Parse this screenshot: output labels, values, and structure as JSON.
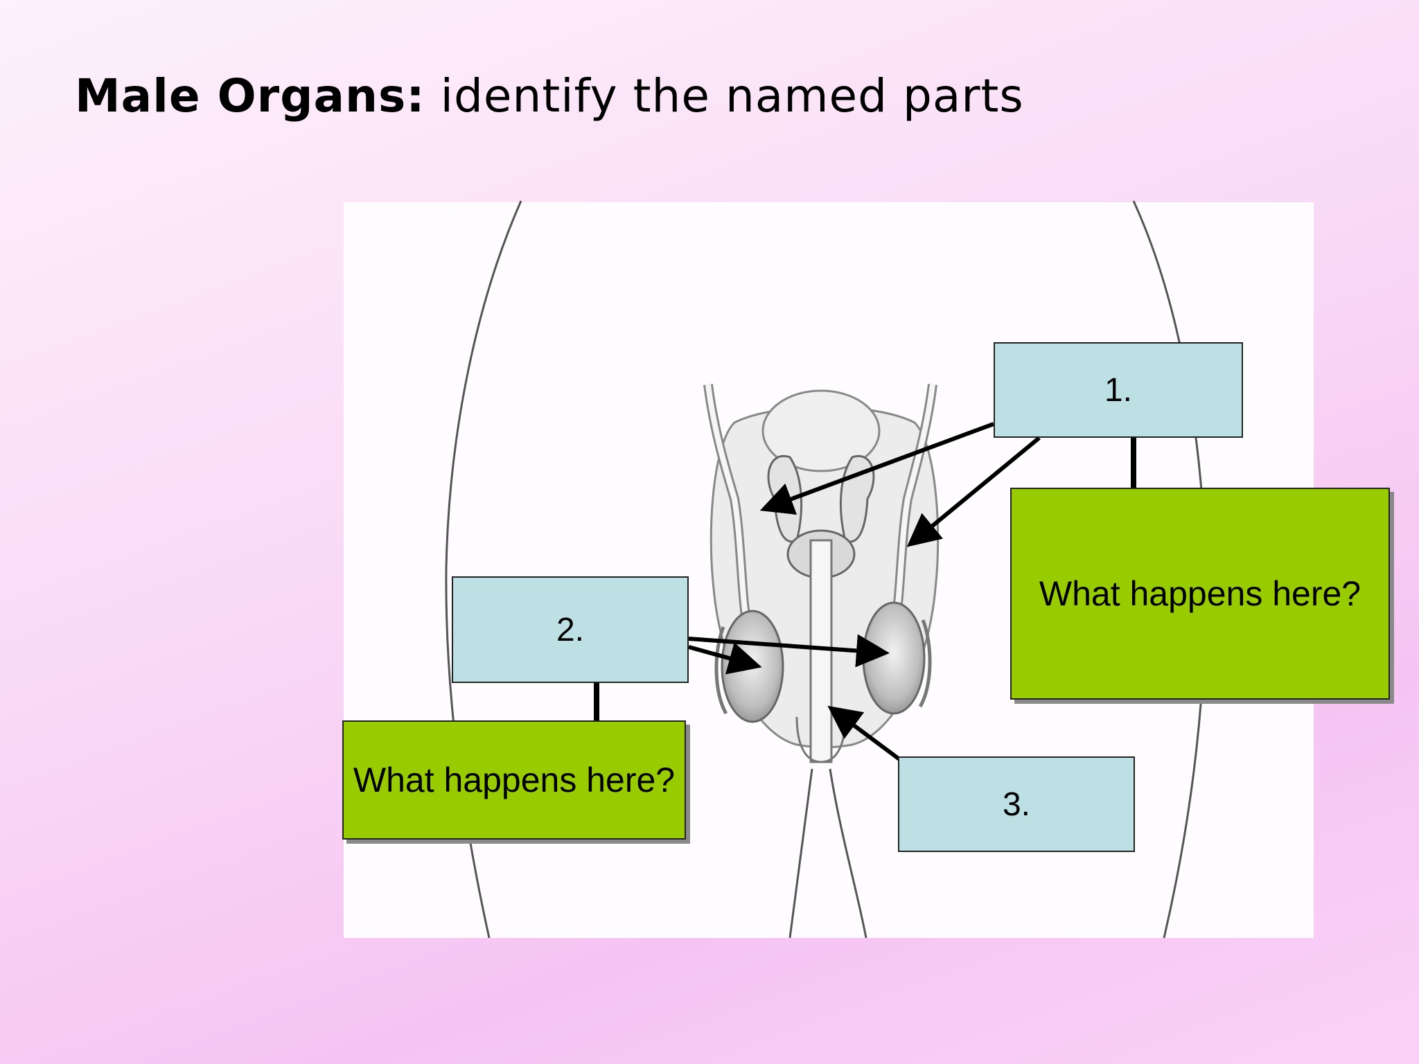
{
  "title": {
    "strong": "Male Organs:",
    "rest": "identify the named parts"
  },
  "labels": {
    "box1": "1.",
    "box2": "2.",
    "box3": "3.",
    "question_right": "What happens here?",
    "question_left": "What happens here?"
  },
  "colors": {
    "label_box": "#bde0e5",
    "question_box": "#99cc00",
    "background": "#f9d9f6",
    "panel": "#fefcfe"
  }
}
